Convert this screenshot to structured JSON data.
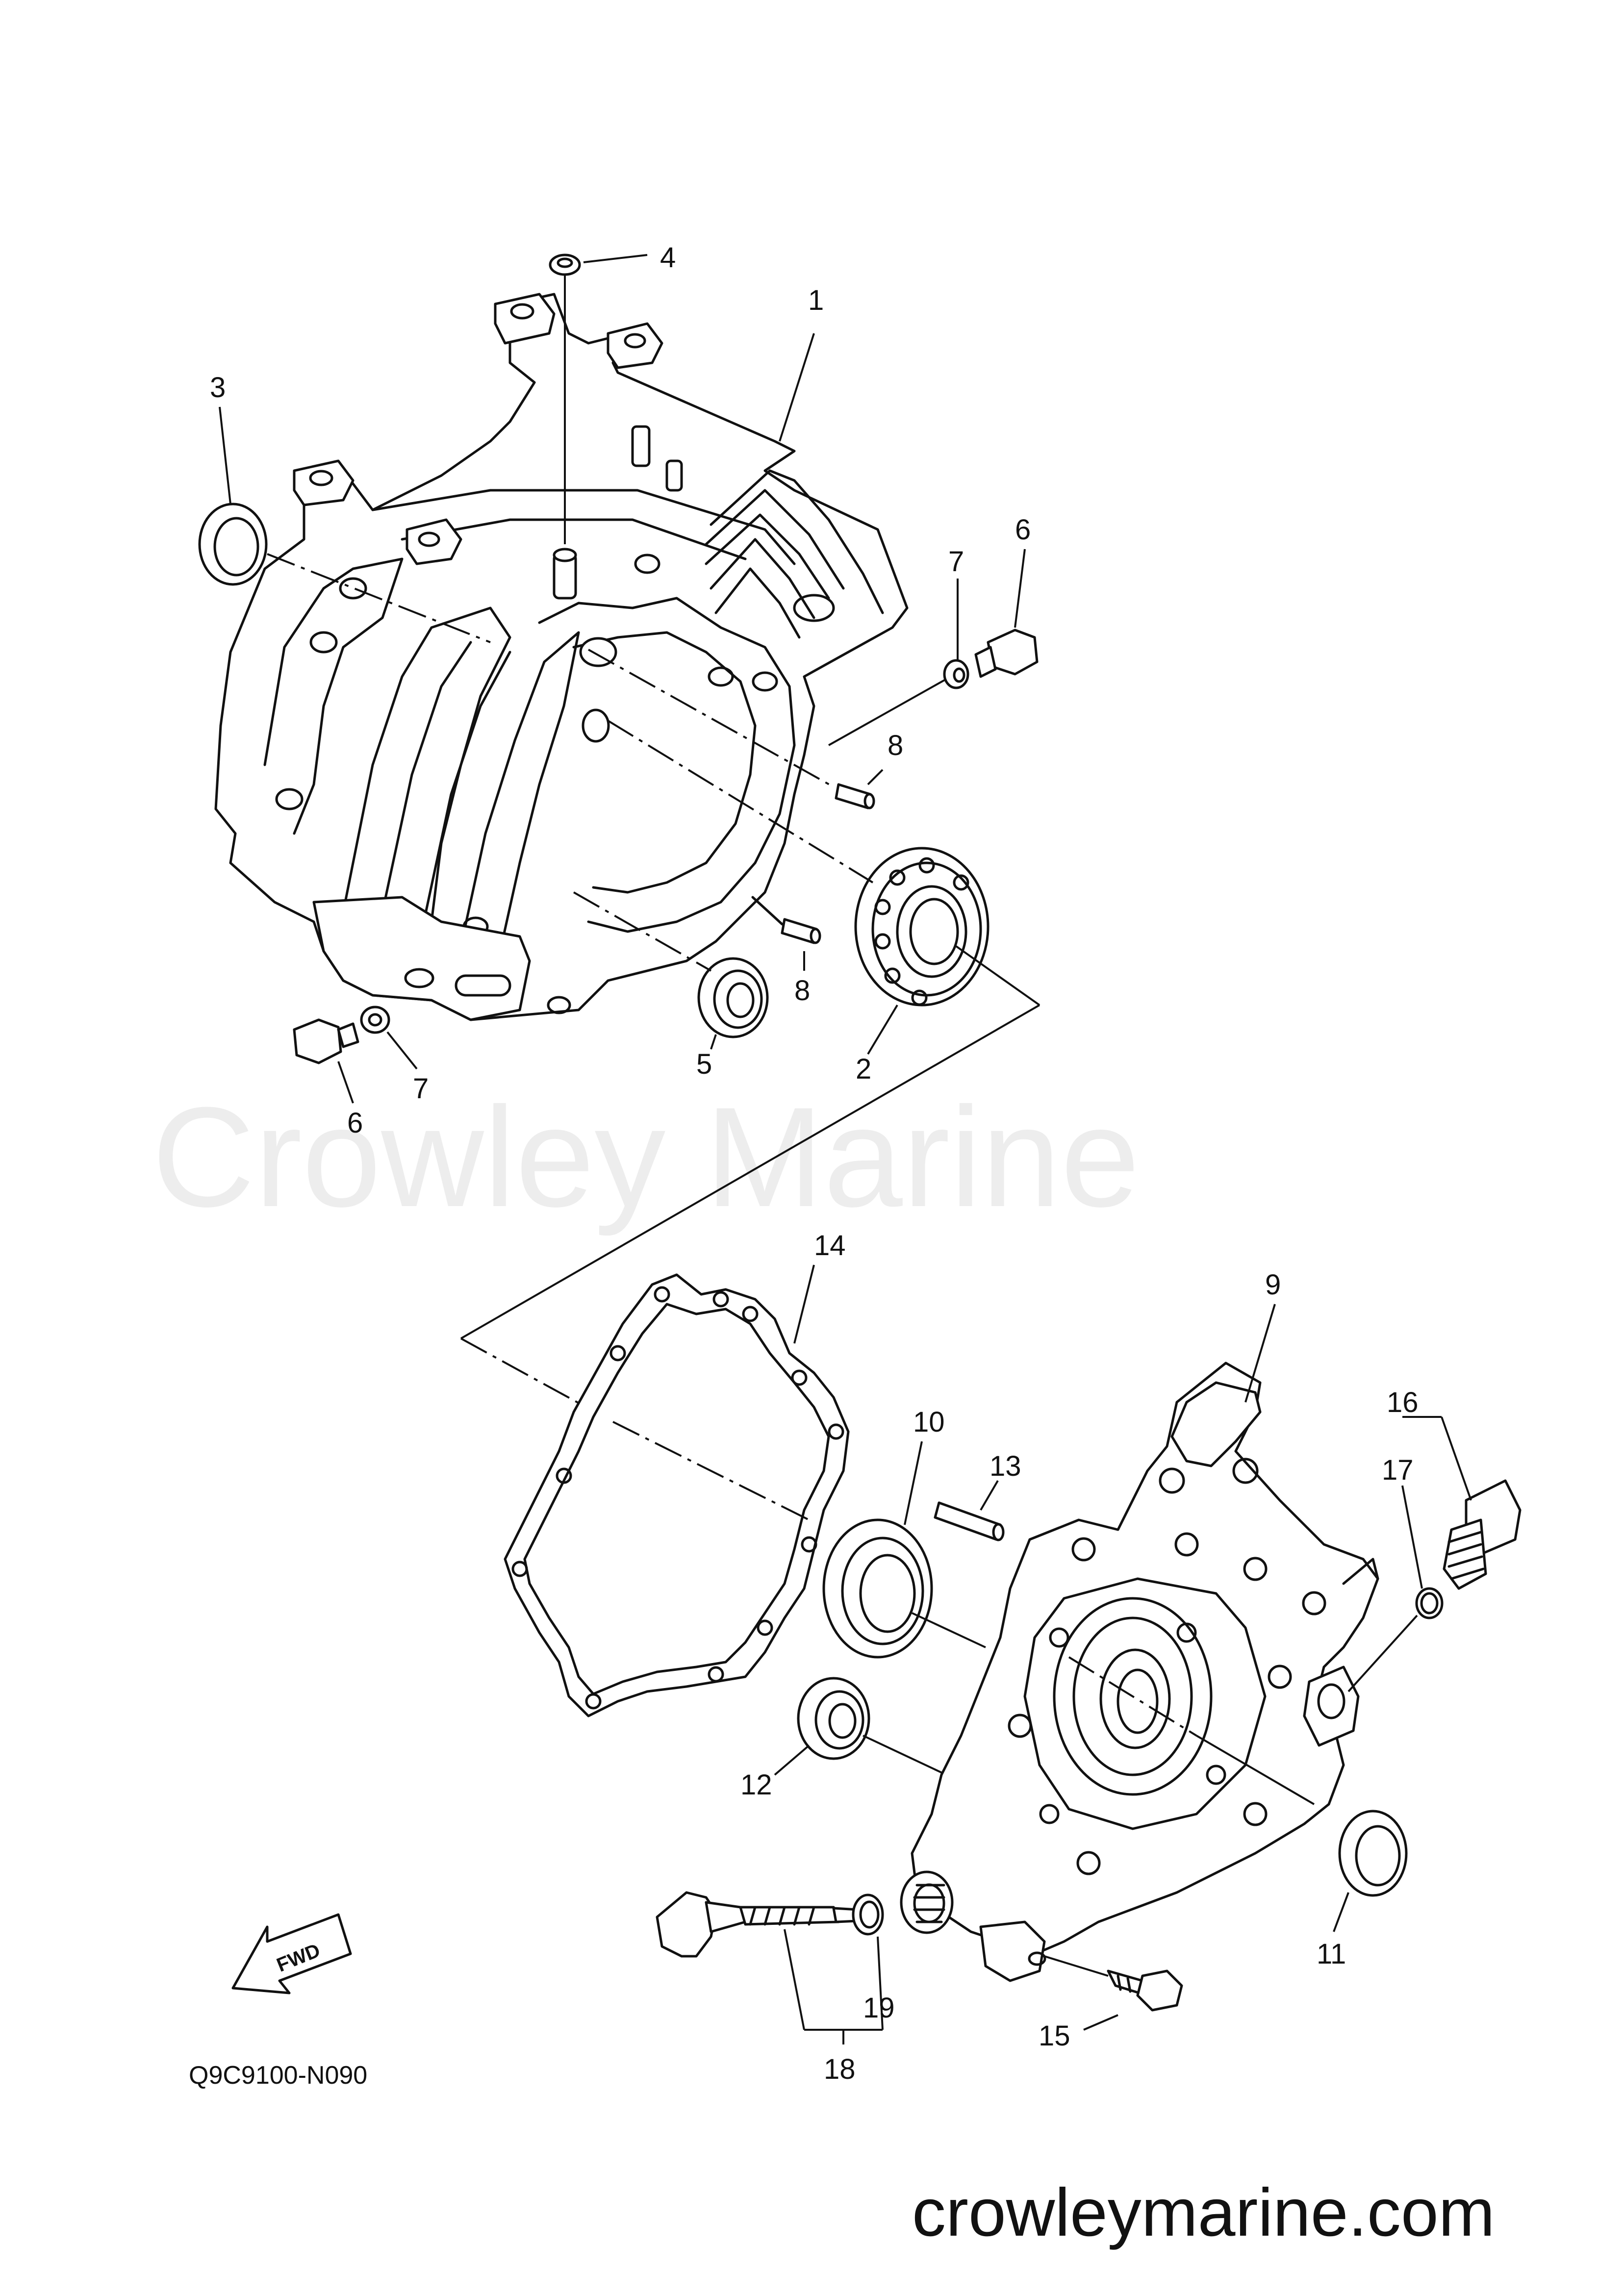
{
  "watermark": "Crowley Marine",
  "website": "crowleymarine.com",
  "diagram_code": "Q9C9100-N090",
  "fwd_label": "FWD",
  "callouts": {
    "c1": "1",
    "c2": "2",
    "c3": "3",
    "c4": "4",
    "c5": "5",
    "c6a": "6",
    "c6b": "6",
    "c7a": "7",
    "c7b": "7",
    "c8a": "8",
    "c8b": "8",
    "c9": "9",
    "c10": "10",
    "c11": "11",
    "c12": "12",
    "c13": "13",
    "c14": "14",
    "c15": "15",
    "c16": "16",
    "c17": "17",
    "c18": "18",
    "c19": "19"
  }
}
